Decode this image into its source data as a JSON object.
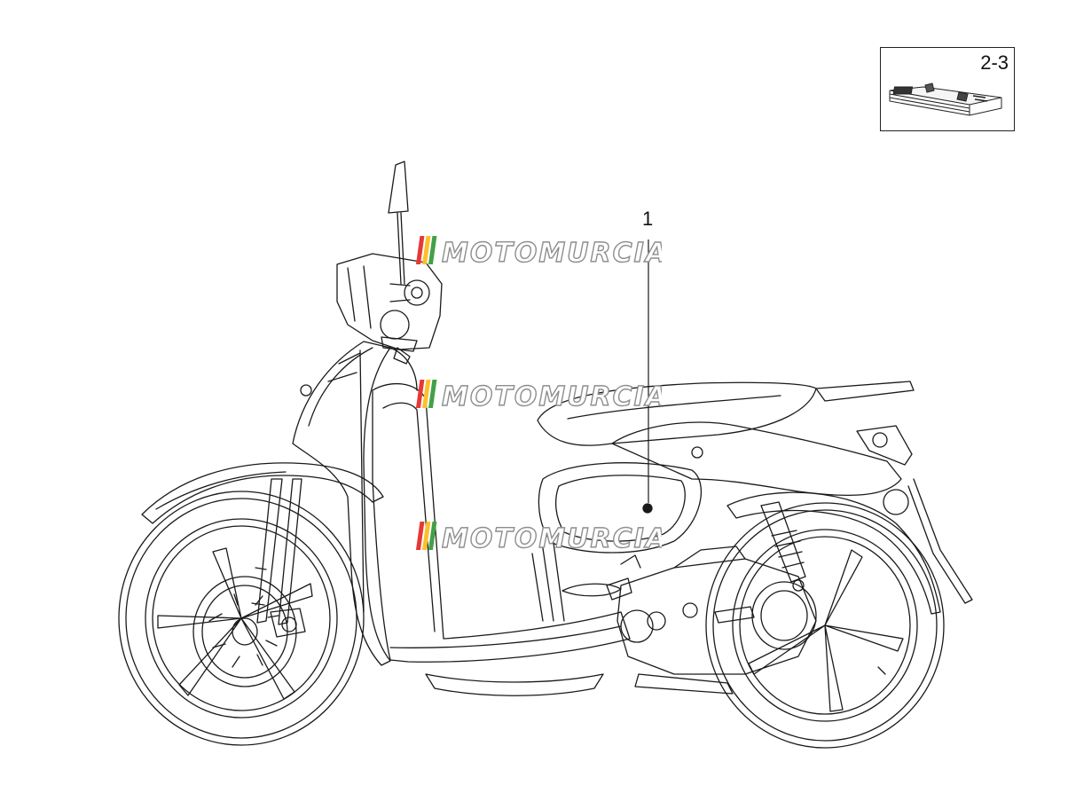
{
  "reference_box": {
    "label": "2-3",
    "icon": "manual-booklet-icon"
  },
  "callouts": [
    {
      "label": "1"
    }
  ],
  "watermarks": [
    {
      "text": "MOTOMURCIA"
    },
    {
      "text": "MOTOMURCIA"
    },
    {
      "text": "MOTOMURCIA"
    }
  ],
  "colors": {
    "line": "#1a1a1a",
    "watermark_stroke": "#8e8e8e",
    "watermark_stripes": [
      "#e53935",
      "#fbc02d",
      "#43a047",
      "#1e88e5"
    ]
  }
}
